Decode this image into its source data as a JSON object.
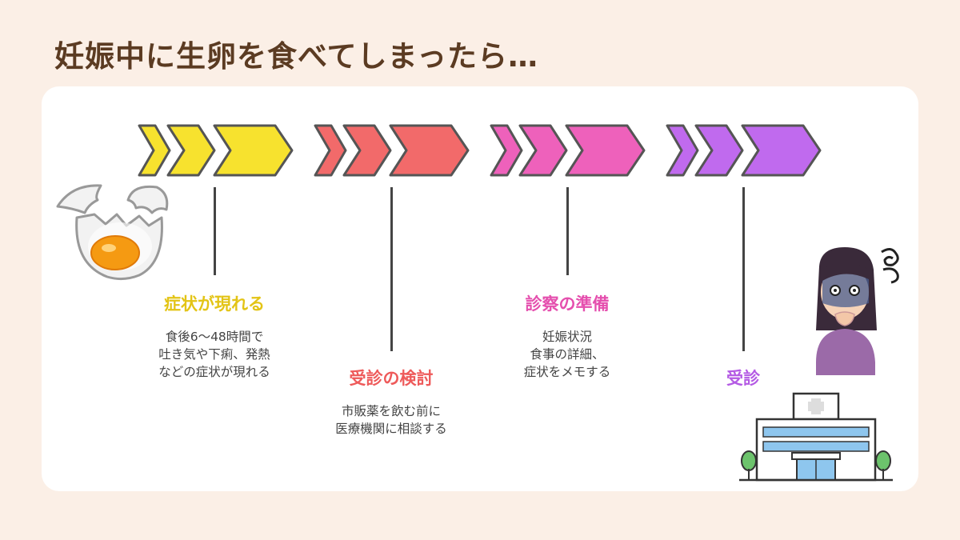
{
  "title": "妊娠中に生卵を食べてしまったら…",
  "colors": {
    "background": "#fbefe6",
    "title": "#5b3b22",
    "step1": "#f2d21a",
    "step2": "#f26a6a",
    "step3": "#ea5ab5",
    "step4": "#b95ee8"
  },
  "steps": [
    {
      "title": "症状が現れる",
      "lines": [
        "食後6〜48時間で",
        "吐き気や下痢、発熱",
        "などの症状が現れる"
      ]
    },
    {
      "title": "受診の検討",
      "lines": [
        "市販薬を飲む前に",
        "医療機関に相談する"
      ]
    },
    {
      "title": "診察の準備",
      "lines": [
        "妊娠状況",
        "食事の詳細、",
        "症状をメモする"
      ]
    },
    {
      "title": "受診",
      "lines": []
    }
  ],
  "icons": [
    "cracked-egg-icon",
    "worried-woman-icon",
    "hospital-icon"
  ]
}
